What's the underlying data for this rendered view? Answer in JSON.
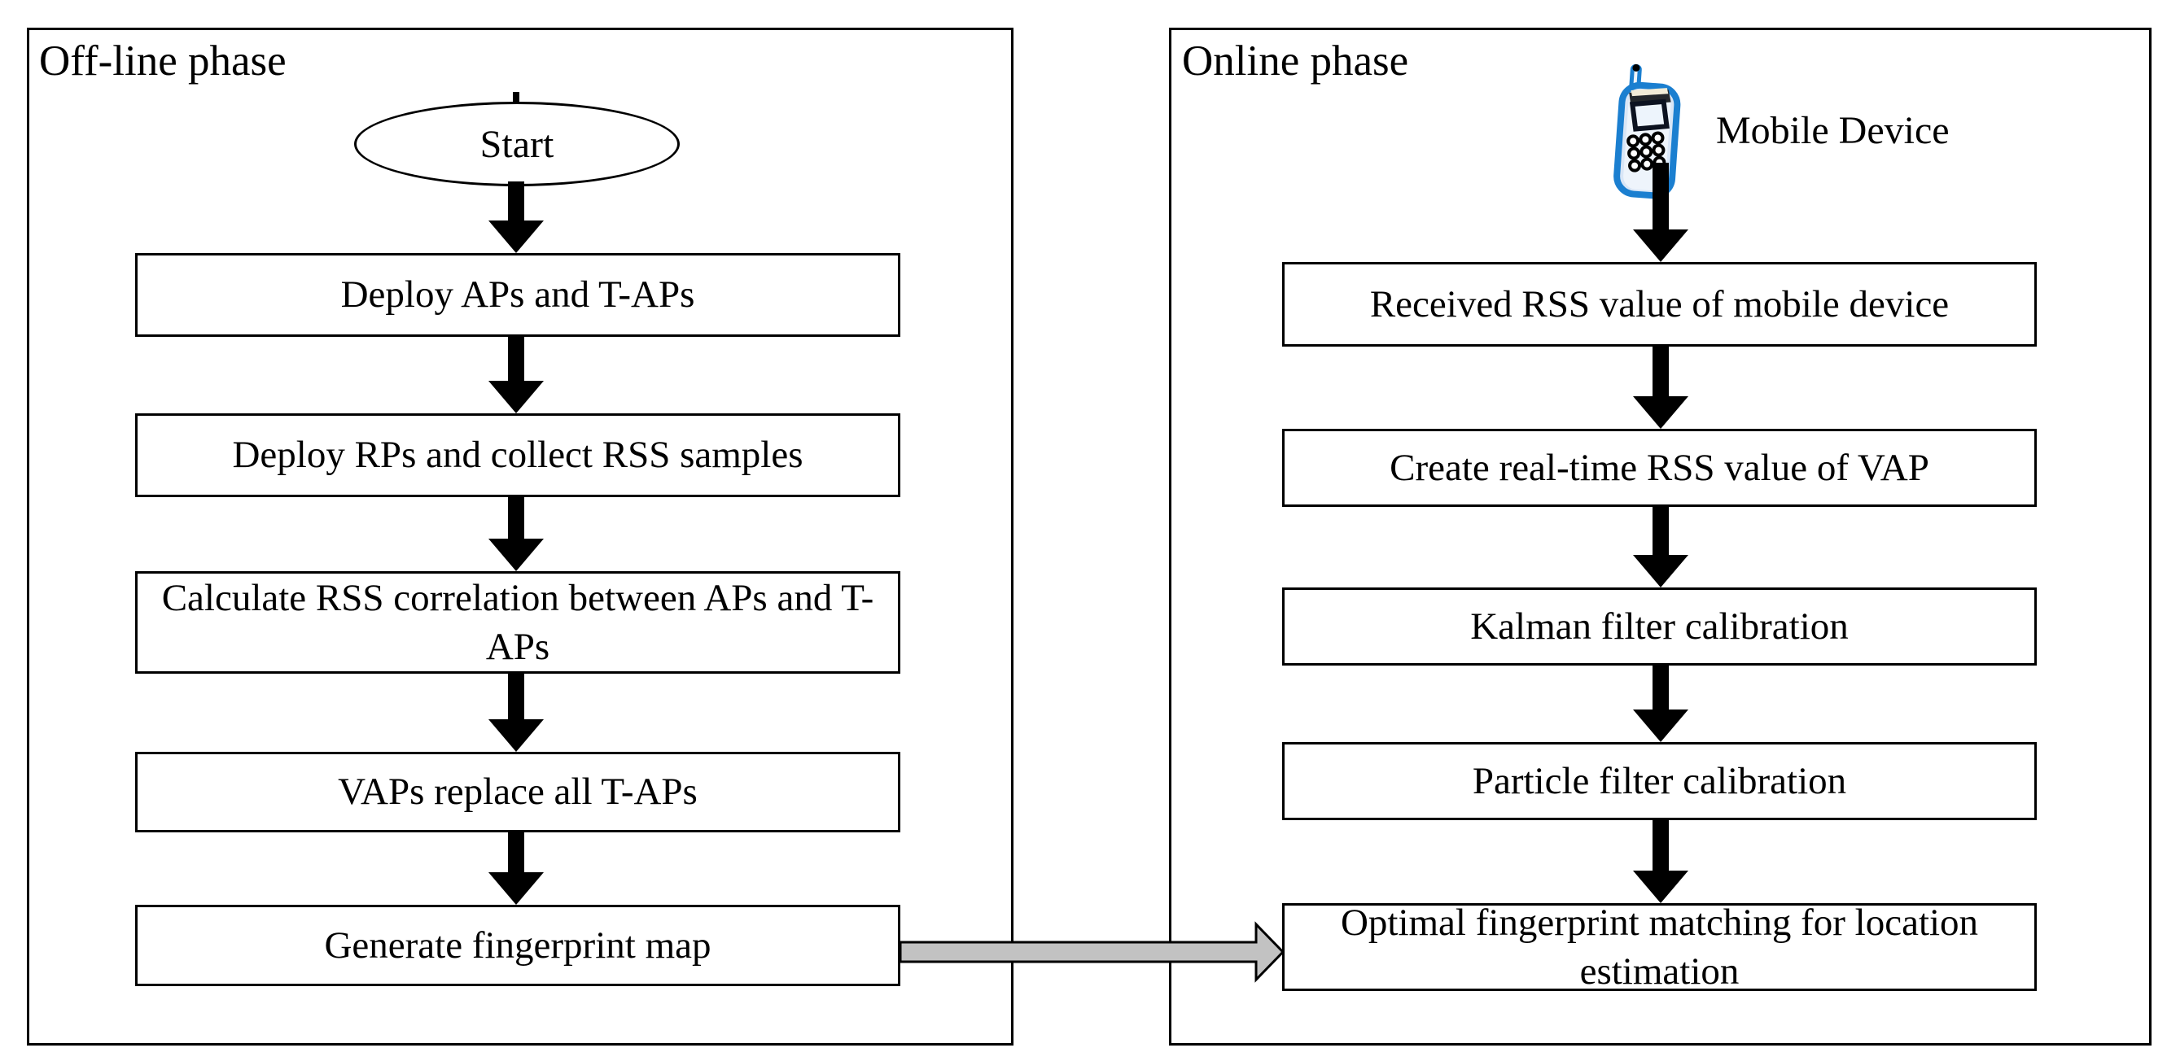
{
  "diagram": {
    "offline": {
      "title": "Off-line phase",
      "start_label": "Start",
      "steps": [
        "Deploy APs and T-APs",
        "Deploy RPs and collect RSS samples",
        "Calculate RSS correlation between APs and T-APs",
        "VAPs replace all T-APs",
        "Generate fingerprint map"
      ]
    },
    "online": {
      "title": "Online phase",
      "device_label": "Mobile Device",
      "steps": [
        "Received RSS value of mobile device",
        "Create real-time RSS value of VAP",
        "Kalman filter calibration",
        "Particle filter calibration",
        "Optimal fingerprint matching for location estimation"
      ]
    },
    "colors": {
      "line": "#000000",
      "background": "#ffffff",
      "transfer_arrow_fill": "#c2c2c2",
      "phone_blue": "#1b7fd0"
    },
    "icons": {
      "mobile_device": "mobile-phone-icon"
    }
  }
}
